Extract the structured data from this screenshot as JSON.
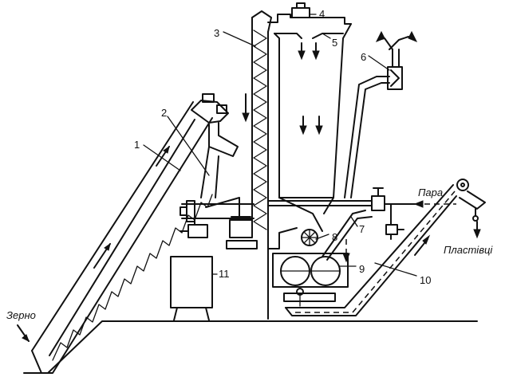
{
  "labels": {
    "grain": "Зерно",
    "steam": "Пара",
    "flakes": "Пластівці"
  },
  "callouts": [
    "1",
    "2",
    "3",
    "4",
    "5",
    "6",
    "7",
    "8",
    "9",
    "10",
    "11"
  ]
}
